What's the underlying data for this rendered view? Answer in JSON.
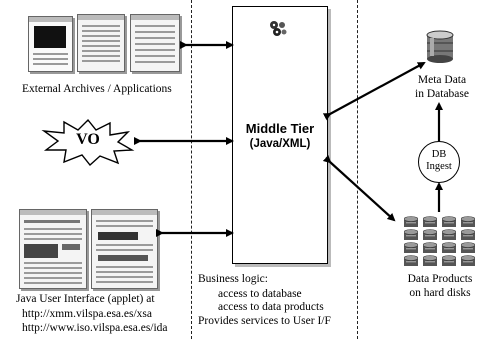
{
  "external_archives": {
    "label": "External Archives / Applications"
  },
  "vo": {
    "label": "VO"
  },
  "middle_tier": {
    "title": "Middle Tier",
    "subtitle": "(Java/XML)"
  },
  "business": {
    "heading": "Business logic:",
    "lines": [
      "access to database",
      "access to data products"
    ],
    "footer": "Provides services to User I/F"
  },
  "java_ui": {
    "title": "Java User Interface (applet) at",
    "urls": [
      "http://xmm.vilspa.esa.es/xsa",
      "http://www.iso.vilspa.esa.es/ida"
    ]
  },
  "database": {
    "line1": "Meta Data",
    "line2": "in Database"
  },
  "db_ingest": {
    "line1": "DB",
    "line2": "Ingest"
  },
  "data_products": {
    "line1": "Data Products",
    "line2": "on hard disks"
  },
  "colors": {
    "line": "#000000",
    "disk_body": "#555555",
    "disk_top": "#9a9a9a"
  }
}
